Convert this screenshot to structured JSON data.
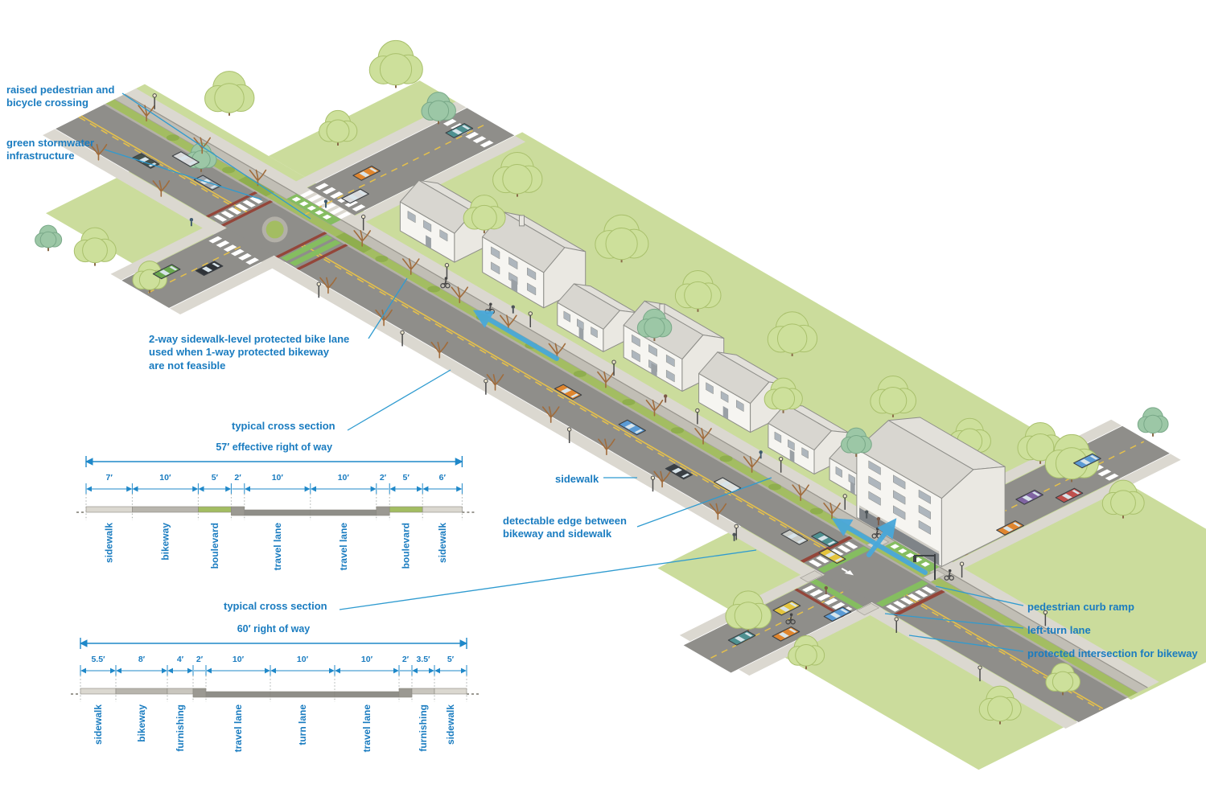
{
  "colors": {
    "label_blue": "#1a7cc0",
    "dimension_blue": "#1f88c9",
    "arrow_blue": "#49a8da",
    "grass_green": "#cbdc9c",
    "boulevard_green": "#a3bd62",
    "crossing_green": "#85bd60",
    "road_grey": "#8f8e8a",
    "sidewalk_grey": "#dbd8d0",
    "brick_red": "#94463a"
  },
  "scene": {
    "callouts": {
      "raised_crossing": "raised pedestrian and\nbicycle crossing",
      "green_stormwater": "green stormwater\ninfrastructure",
      "two_way_bike_lane": "2-way sidewalk-level protected bike lane\nused when 1-way protected bikeway\nare not feasible",
      "sidewalk": "sidewalk",
      "detectable_edge": "detectable edge between\nbikeway and sidewalk",
      "pedestrian_curb_ramp": "pedestrian curb ramp",
      "left_turn_lane": "left-turn lane",
      "protected_intersection": "protected intersection for bikeway"
    }
  },
  "cross_sections": [
    {
      "title": "typical cross section",
      "right_of_way": "57′ effective right of way",
      "measurements": [
        "7′",
        "10′",
        "5′",
        "2′",
        "10′",
        "10′",
        "2′",
        "5′",
        "6′"
      ],
      "labels": [
        "sidewalk",
        "bikeway",
        "boulevard",
        "travel lane",
        "travel lane",
        "boulevard",
        "sidewalk"
      ]
    },
    {
      "title": "typical cross section",
      "right_of_way": "60′ right of way",
      "measurements": [
        "5.5′",
        "8′",
        "4′",
        "2′",
        "10′",
        "10′",
        "10′",
        "2′",
        "3.5′",
        "5′"
      ],
      "labels": [
        "sidewalk",
        "bikeway",
        "furnishing",
        "travel lane",
        "turn lane",
        "travel lane",
        "furnishing",
        "sidewalk"
      ]
    }
  ]
}
